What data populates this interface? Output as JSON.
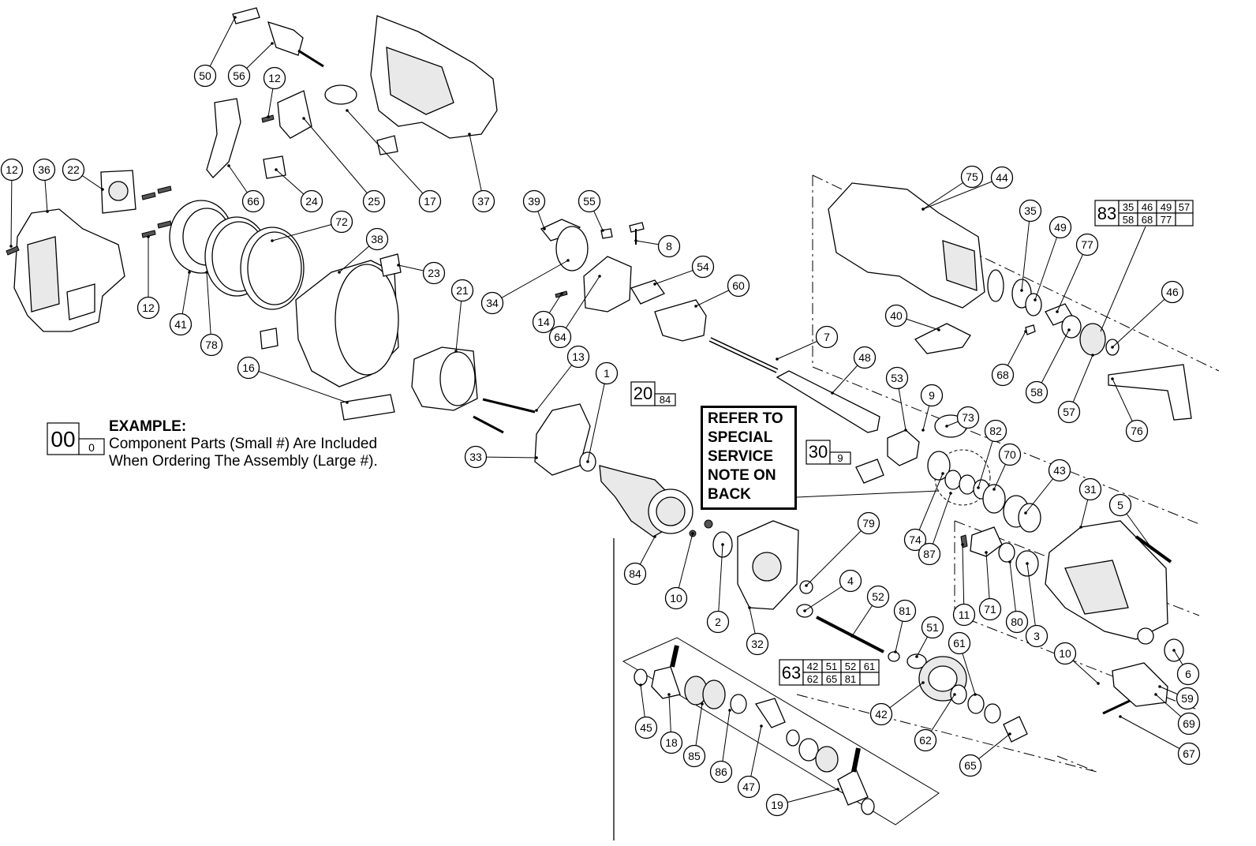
{
  "example": {
    "heading": "EXAMPLE:",
    "line1": "Component Parts (Small #) Are Included",
    "line2": "When Ordering The Assembly (Large #).",
    "box_large": "00",
    "box_small": "0"
  },
  "service_note": [
    "REFER TO",
    "SPECIAL",
    "SERVICE",
    "NOTE ON",
    "BACK"
  ],
  "assemblies": [
    {
      "id": "a20",
      "large": "20",
      "small": [
        "84"
      ]
    },
    {
      "id": "a30",
      "large": "30",
      "small": [
        "9"
      ]
    },
    {
      "id": "a63",
      "large": "63",
      "small": [
        "42",
        "51",
        "52",
        "61",
        "62",
        "65",
        "81"
      ]
    },
    {
      "id": "a83",
      "large": "83",
      "small": [
        "35",
        "46",
        "49",
        "57",
        "58",
        "68",
        "77"
      ]
    }
  ],
  "callouts": [
    "1",
    "2",
    "3",
    "4",
    "5",
    "6",
    "7",
    "8",
    "9",
    "10",
    "10",
    "11",
    "12",
    "12",
    "12",
    "13",
    "14",
    "16",
    "17",
    "18",
    "19",
    "21",
    "22",
    "23",
    "24",
    "25",
    "31",
    "32",
    "33",
    "34",
    "35",
    "36",
    "37",
    "38",
    "39",
    "40",
    "41",
    "42",
    "43",
    "44",
    "45",
    "46",
    "47",
    "48",
    "49",
    "50",
    "51",
    "52",
    "53",
    "54",
    "55",
    "56",
    "57",
    "58",
    "59",
    "60",
    "61",
    "62",
    "64",
    "65",
    "66",
    "67",
    "68",
    "69",
    "70",
    "71",
    "72",
    "73",
    "74",
    "75",
    "76",
    "77",
    "78",
    "79",
    "80",
    "81",
    "82",
    "84",
    "85",
    "86",
    "87"
  ]
}
